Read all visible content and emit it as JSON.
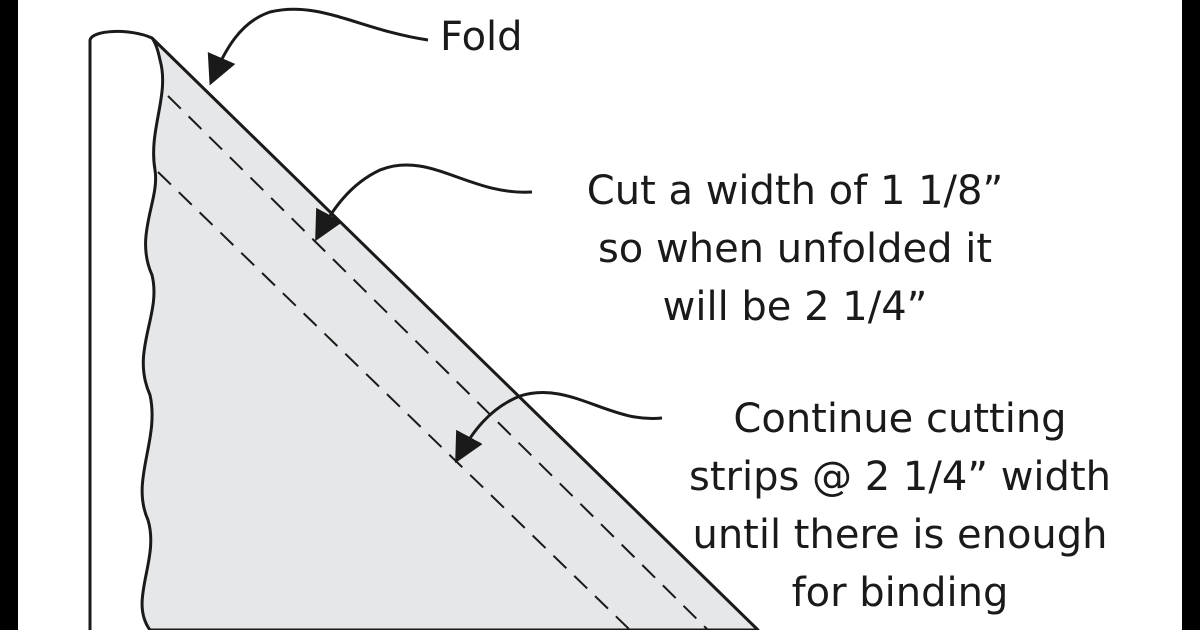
{
  "labels": {
    "fold": "Fold",
    "cut_width": [
      "Cut a width of 1 1/8”",
      "so when unfolded it",
      "will be 2 1/4”"
    ],
    "continue_cutting": [
      "Continue cutting",
      "strips @ 2 1/4” width",
      "until there is enough",
      "for binding"
    ]
  },
  "colors": {
    "background": "#ffffff",
    "fabric": "#e6e7e9",
    "outline": "#1a1a1a",
    "border": "#000000"
  }
}
